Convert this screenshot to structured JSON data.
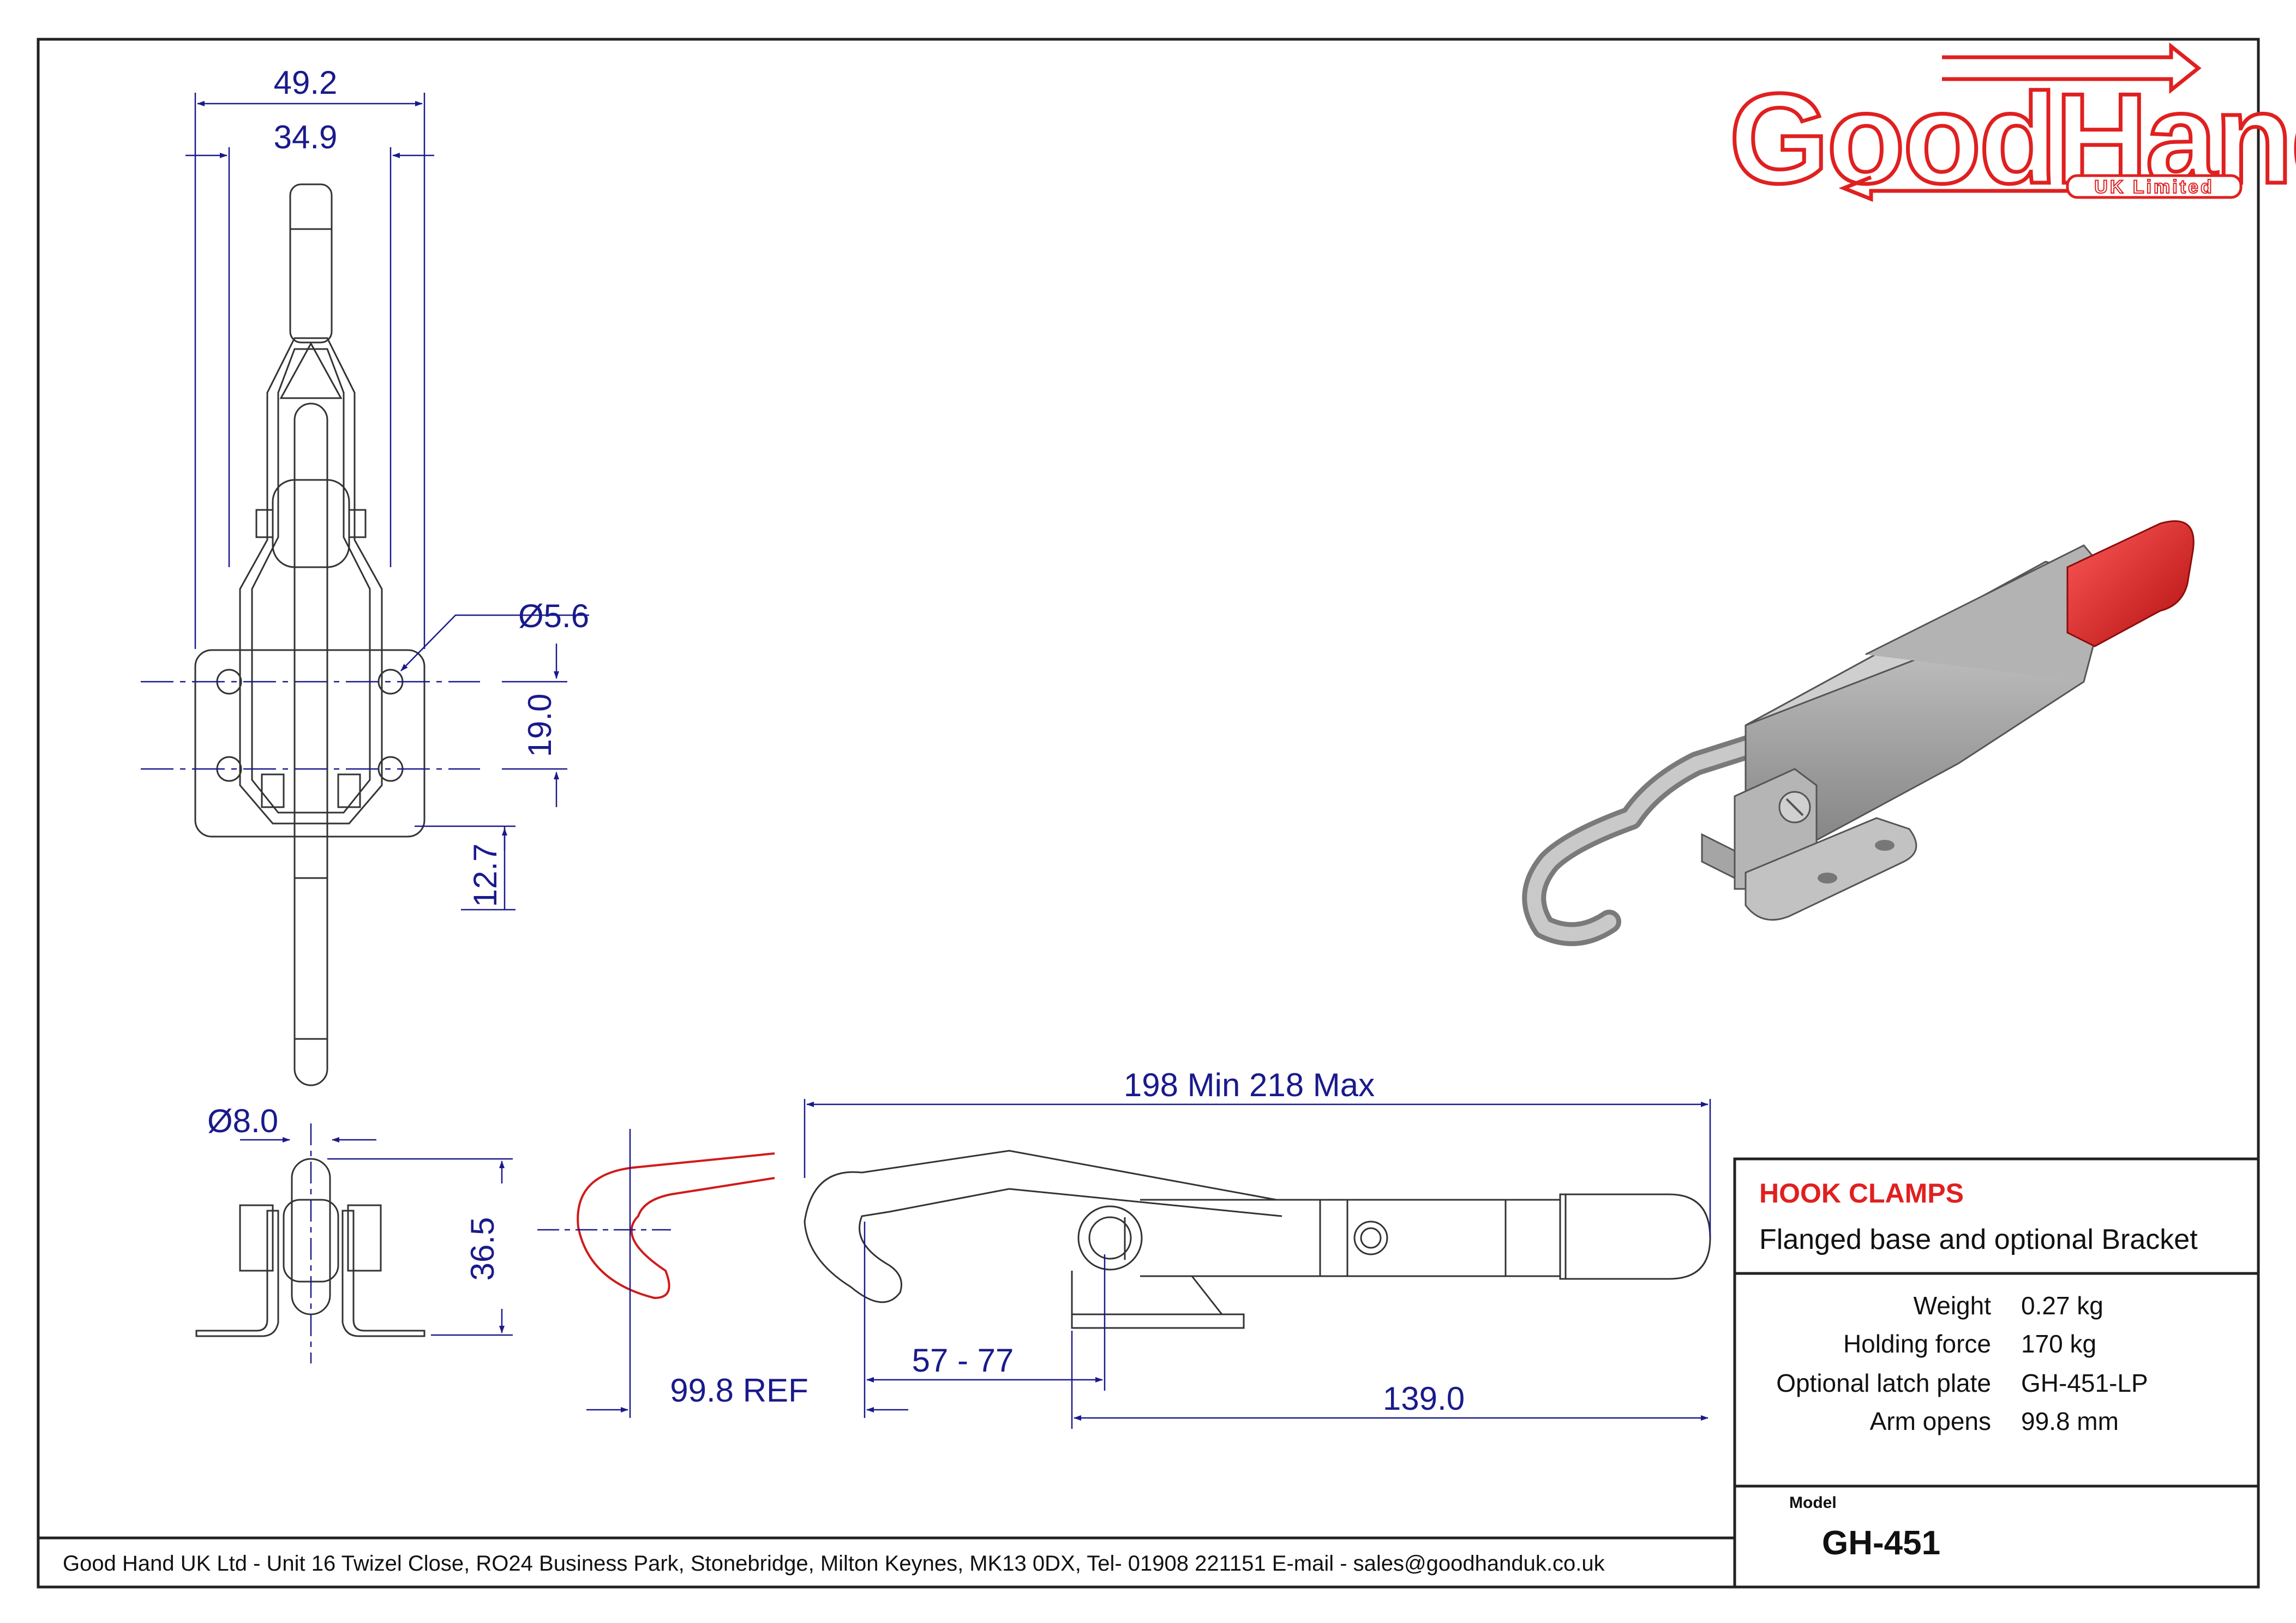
{
  "logo": {
    "name": "GoodHand",
    "subtitle": "UK Limited"
  },
  "title_block": {
    "product_family": "HOOK CLAMPS",
    "description": "Flanged base and optional Bracket",
    "specs": [
      {
        "label": "Weight",
        "value": "0.27 kg"
      },
      {
        "label": "Holding force",
        "value": "170 kg"
      },
      {
        "label": "Optional latch plate",
        "value": "GH-451-LP"
      },
      {
        "label": "Arm opens",
        "value": "99.8 mm"
      }
    ],
    "model_label": "Model",
    "model": "GH-451"
  },
  "dimensions": {
    "overall_width": "49.2",
    "inner_width": "34.9",
    "hole_dia": "5.6",
    "hole_pitch": "19.0",
    "base_offset": "12.7",
    "rod_dia": "8.0",
    "height": "36.5",
    "overall_length": "198 Min 218 Max",
    "hook_adjust": "57 - 77",
    "arm_ref": "99.8 REF",
    "base_length": "139.0",
    "diameter_symbol": "Ø"
  },
  "footer": {
    "address": "Good Hand UK Ltd  - Unit 16 Twizel Close, RO24 Business Park, Stonebridge, Milton Keynes, MK13 0DX,  Tel- 01908 221151  E-mail - sales@goodhanduk.co.uk"
  },
  "colors": {
    "brand_red": "#e02020",
    "dimension_blue": "#1a1a8c",
    "handle_red": "#d11a1a"
  }
}
